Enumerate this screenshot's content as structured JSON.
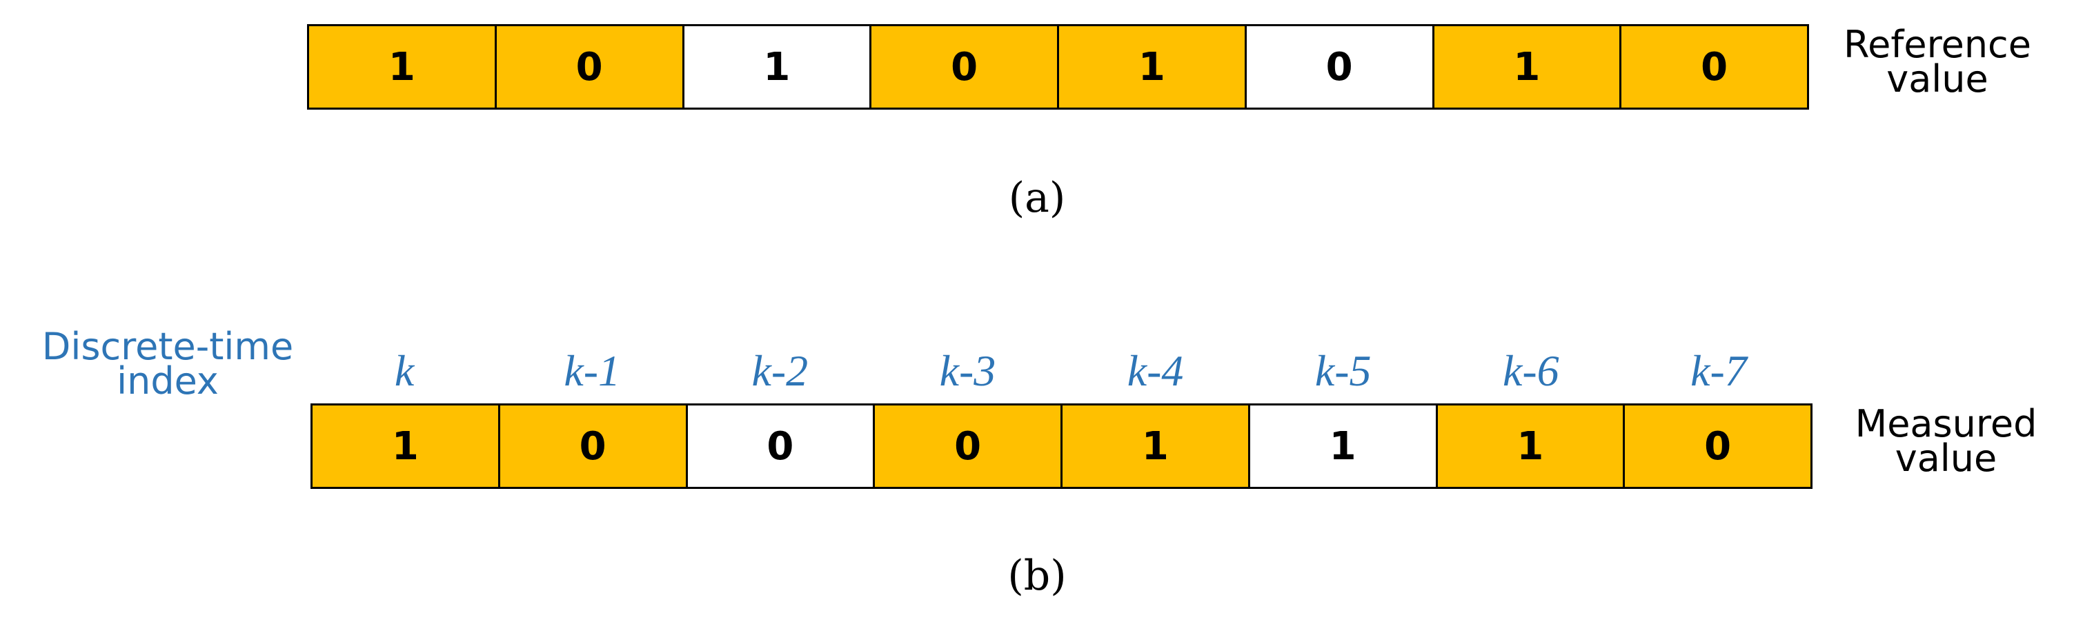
{
  "colors": {
    "highlight": "#ffc000",
    "plain": "#ffffff",
    "index_blue": "#2e75b6"
  },
  "panel_a": {
    "values": [
      "1",
      "0",
      "1",
      "0",
      "1",
      "0",
      "1",
      "0"
    ],
    "highlighted": [
      true,
      true,
      false,
      true,
      true,
      false,
      true,
      true
    ],
    "label_line1": "Reference",
    "label_line2": "value",
    "caption": "(a)"
  },
  "panel_b": {
    "index_title_line1": "Discrete-time",
    "index_title_line2": "index",
    "indices": [
      "k",
      "k-1",
      "k-2",
      "k-3",
      "k-4",
      "k-5",
      "k-6",
      "k-7"
    ],
    "values": [
      "1",
      "0",
      "0",
      "0",
      "1",
      "1",
      "1",
      "0"
    ],
    "highlighted": [
      true,
      true,
      false,
      true,
      true,
      false,
      true,
      true
    ],
    "label_line1": "Measured",
    "label_line2": "value",
    "caption": "(b)"
  }
}
